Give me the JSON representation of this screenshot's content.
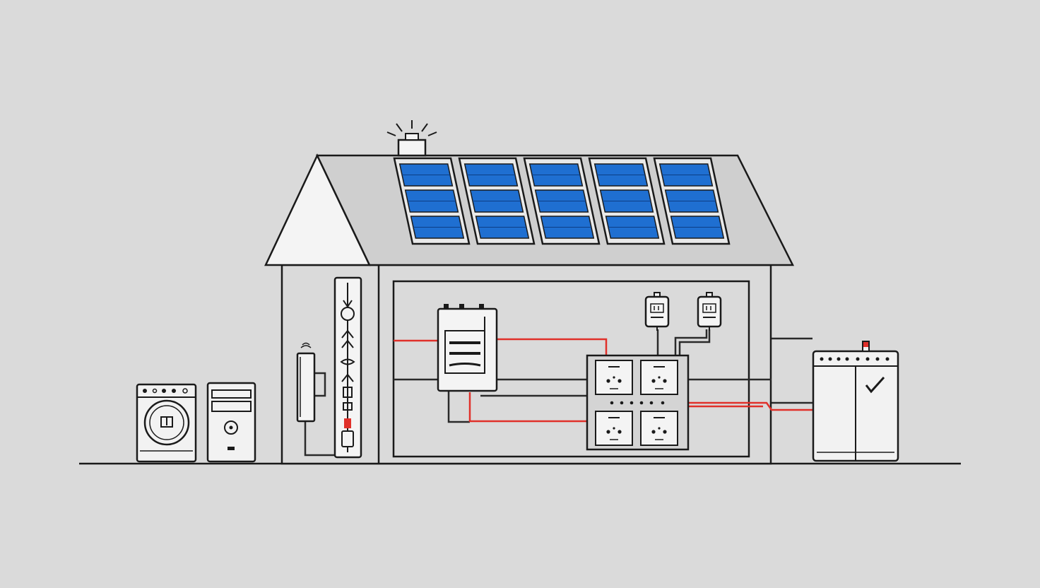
{
  "colors": {
    "background": "#dadada",
    "line": "#1a1a1a",
    "roof": "#cfcfcf",
    "panel_blue": "#1f6fd1",
    "panel_frame": "#e9e9e9",
    "wire_red": "#e0302a",
    "wire_dark": "#2a2a2a",
    "appliance_fill": "#f2f2f2"
  },
  "diagram": {
    "subject": "house-solar-power-system",
    "solar_panel_count": 5,
    "cells_per_panel": 3,
    "outlet_count": 4,
    "meter_count": 2
  },
  "icons": {
    "chimney": "chimney-light-icon",
    "washer": "washing-machine-icon",
    "heater": "heater-icon",
    "battery": "battery-storage-icon",
    "check": "checkmark-icon",
    "meter": "meter-icon",
    "outlet": "outlet-icon"
  }
}
